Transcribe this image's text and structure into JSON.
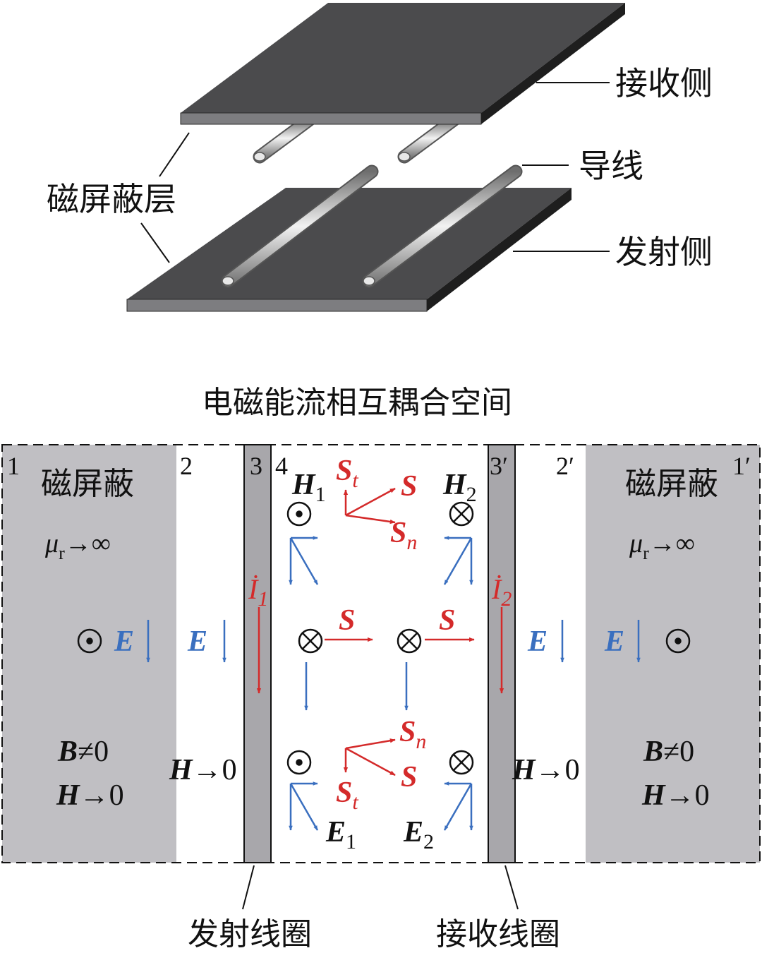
{
  "top": {
    "label_receiver": "接收侧",
    "label_wire": "导线",
    "label_transmitter": "发射侧",
    "label_shield_layer": "磁屏蔽层"
  },
  "bottom": {
    "title": "电磁能流相互耦合空间",
    "region_1": "1",
    "region_2": "2",
    "region_3": "3",
    "region_4": "4",
    "region_3p": "3′",
    "region_2p": "2′",
    "region_1p": "1′",
    "shield_left": "磁屏蔽",
    "shield_right": "磁屏蔽",
    "mu_left_sym": "μ",
    "mu_left_sub": "r",
    "mu_left_rel": "→∞",
    "mu_right_sym": "μ",
    "mu_right_sub": "r",
    "mu_right_rel": "→∞",
    "B_left": "B",
    "B_left_rel": "≠0",
    "H_left": "H",
    "H_left_rel": "→0",
    "B_right": "B",
    "B_right_rel": "≠0",
    "H_right": "H",
    "H_right_rel": "→0",
    "H_gap_left": "H",
    "H_gap_left_rel": "→0",
    "H_gap_right": "H",
    "H_gap_right_rel": "→0",
    "E_label": "E",
    "H1": "H",
    "H1_sub": "1",
    "H2": "H",
    "H2_sub": "2",
    "E1": "E",
    "E1_sub": "1",
    "E2": "E",
    "E2_sub": "2",
    "I1": "İ",
    "I1_sub": "1",
    "I2": "İ",
    "I2_sub": "2",
    "S": "S",
    "St_sub": "t",
    "Sn_sub": "n",
    "coil_transmit": "发射线圈",
    "coil_receive": "接收线圈",
    "dot_symbol": "⊙",
    "cross_symbol": "⊗"
  },
  "colors": {
    "plate": "#4a4a4a",
    "plate_side": "#1e1e1e",
    "shield_gray": "#c0bfc3",
    "coil_gray": "#a8a7ab",
    "blue": "#3a6fbf",
    "red": "#d42a2a"
  }
}
